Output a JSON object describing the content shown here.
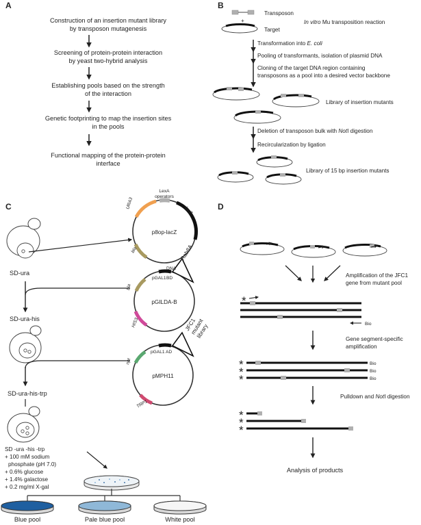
{
  "panel_a": {
    "label": "A",
    "steps": [
      "Construction of an insertion mutant library",
      "by transposon mutagenesis",
      "Screening of protein-protein interaction",
      "by yeast two-hybrid analysis",
      "Establishing pools based on the strength",
      "of the interaction",
      "Genetic footprinting to map the insertion sites",
      "in the pools",
      "Functional mapping of the protein-protein",
      "interface"
    ]
  },
  "panel_b": {
    "label": "B",
    "transposon": "Transposon",
    "plus": "+",
    "target": "Target",
    "reaction_italic": "In vitro",
    "reaction_rest": " Mu transposition reaction",
    "transformation_prefix": "Transformation into ",
    "transformation_italic": "E. coli",
    "pooling": "Pooling of transformants, isolation of plasmid DNA",
    "cloning_1": "Cloning of the target DNA region containing",
    "cloning_2": "transposons as a pool into a desired vector backbone",
    "library": "Library of insertion mutants",
    "deletion_prefix": "Deletion of transposon bulk with ",
    "deletion_italic": "Not",
    "deletion_suffix": "I digestion",
    "recirc": "Recircularization by ligation",
    "library15": "Library of 15 bp insertion mutants"
  },
  "panel_c": {
    "label": "C",
    "media": [
      "SD-ura",
      "SD-ura-his",
      "SD-ura-his-trp"
    ],
    "plasmid1": {
      "name": "p8op-lacZ",
      "top_1": "LexA",
      "top_2": "operators",
      "left": "URA3",
      "right": "lacZ",
      "bottom": "bla"
    },
    "plasmid2": {
      "name": "pGILDA-B",
      "promoter": "pGAL1",
      "domain": "BD",
      "dna": "DNA",
      "insert": "Rab8A",
      "left": "bla",
      "bottom": "HIS3"
    },
    "plasmid3": {
      "name": "pMPH11",
      "promoter": "pGAL1",
      "domain": "AD",
      "insert_1": "JFC1",
      "insert_2": "mutant",
      "insert_3": "library",
      "left": "npt",
      "bottom": "TRP1"
    },
    "medium_lines": [
      "SD -ura -his -trp",
      "+ 100 mM sodium",
      "phosphate (pH 7.0)",
      "+ 0.6% glucose",
      "+ 1.4% galactose",
      "+ 0.2 mg/ml X-gal"
    ],
    "pools": [
      "Blue pool",
      "Pale blue pool",
      "White pool"
    ]
  },
  "panel_d": {
    "label": "D",
    "amplification_1": "Amplification of the JFC1",
    "amplification_2": "gene from mutant pool",
    "bio": "Bio",
    "segment_1": "Gene segment-specific",
    "segment_2": "amplification",
    "pulldown_prefix": "Pulldown and ",
    "pulldown_italic": "Not",
    "pulldown_suffix": "I digestion",
    "analysis": "Analysis of products"
  },
  "colors": {
    "ura3": "#f0a050",
    "bla": "#a89a60",
    "his3": "#d04a9a",
    "npt": "#5aa870",
    "trp1": "#d04a70",
    "blue_pool": "#1f5fa0",
    "pale_blue_pool": "#8fb8d8",
    "white_pool": "#ffffff",
    "insert_grey": "#b0b0b0"
  }
}
